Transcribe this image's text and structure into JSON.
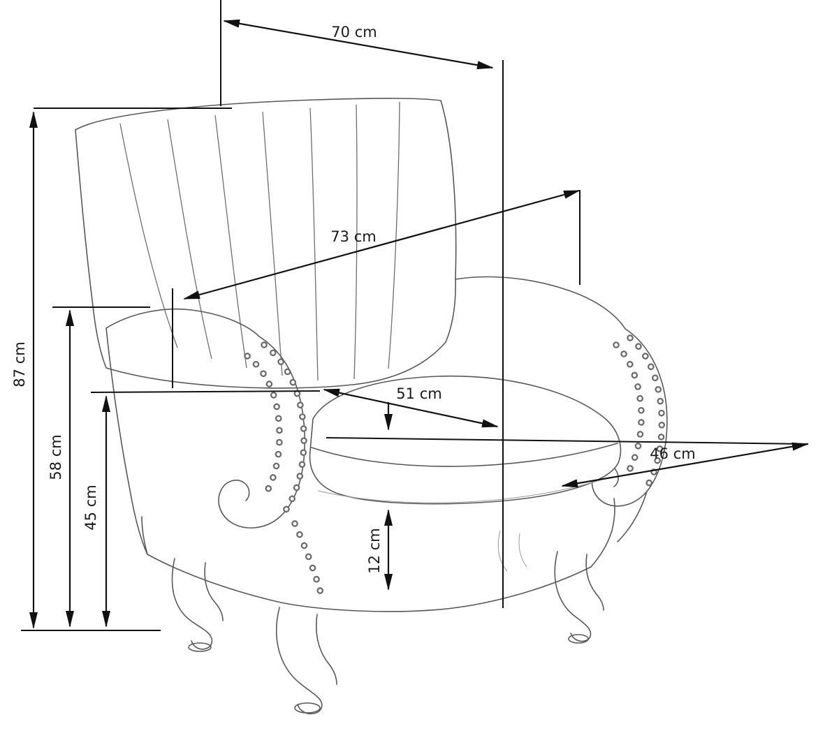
{
  "diagram": {
    "subject": "wingback armchair dimension drawing",
    "unit": "cm",
    "dimensions": {
      "top_width": {
        "label": "70 cm",
        "value": 70
      },
      "back_diagonal": {
        "label": "73 cm",
        "value": 73
      },
      "total_height": {
        "label": "87 cm",
        "value": 87
      },
      "arm_height": {
        "label": "58 cm",
        "value": 58
      },
      "seat_height": {
        "label": "45 cm",
        "value": 45
      },
      "seat_width": {
        "label": "51 cm",
        "value": 51
      },
      "seat_depth": {
        "label": "46 cm",
        "value": 46
      },
      "cushion_thickness": {
        "label": "12 cm",
        "value": 12
      }
    },
    "colors": {
      "dimension_line": "#111111",
      "chair_line": "#585858",
      "label_text": "#1a1a1a",
      "background": "#ffffff"
    }
  }
}
